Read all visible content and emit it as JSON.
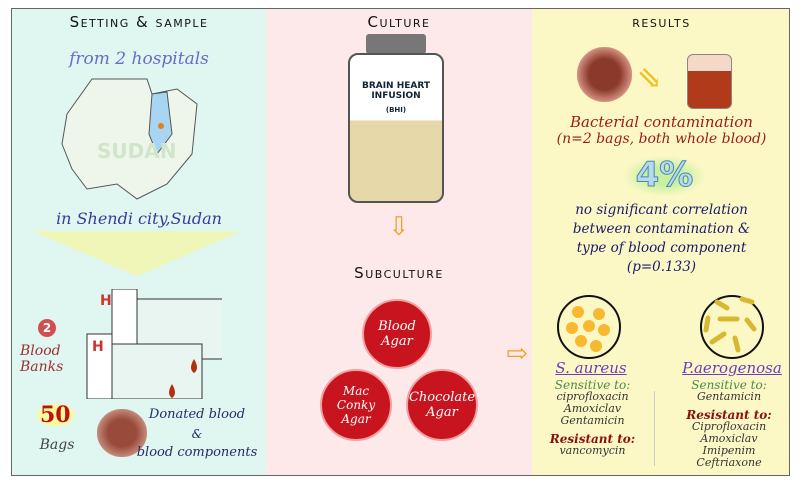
{
  "setting": {
    "heading": "Setting & sample",
    "hospitals": "from 2 hospitals",
    "map_label": "SUDAN",
    "city": "in Shendi city,Sudan",
    "bank_count": "2",
    "banks_label": "Blood Banks",
    "hospital_letter": "H",
    "bag_count": "50",
    "bags_label": "Bags",
    "donated": "Donated blood",
    "amp": "&",
    "components": "blood components"
  },
  "culture": {
    "heading": "Culture",
    "bottle_line1": "BRAIN HEART",
    "bottle_line2": "INFUSION",
    "bottle_line3": "(BHI)",
    "subheading": "Subculture",
    "agars": [
      "Blood Agar",
      "Mac Conky Agar",
      "Chocolate Agar"
    ]
  },
  "results": {
    "heading": "results",
    "contamination": "Bacterial contamination",
    "contamination_detail": "(n=2 bags, both whole blood)",
    "percent": "4%",
    "corr1": "no significant correlation",
    "corr2": "between contamination &",
    "corr3": "type of blood component",
    "pvalue": "(p=0.133)",
    "organisms": [
      {
        "name": "S. aureus",
        "sensitive_label": "Sensitive to:",
        "sensitive": [
          "ciprofloxacin",
          "Amoxiclav",
          "Gentamicin"
        ],
        "resistant_label": "Resistant to:",
        "resistant": [
          "vancomycin"
        ]
      },
      {
        "name": "P.aerogenosa",
        "sensitive_label": "Sensitive to:",
        "sensitive": [
          "Gentamicin"
        ],
        "resistant_label": "Resistant to:",
        "resistant": [
          "Ciprofloxacin",
          "Amoxiclav",
          "Imipenim",
          "Ceftriaxone"
        ]
      }
    ]
  },
  "colors": {
    "blue": "#3a3a9a",
    "red": "#9b1a1a",
    "green": "#4a8a4a",
    "purple": "#6a3bbf",
    "agar": "#c8141e"
  }
}
